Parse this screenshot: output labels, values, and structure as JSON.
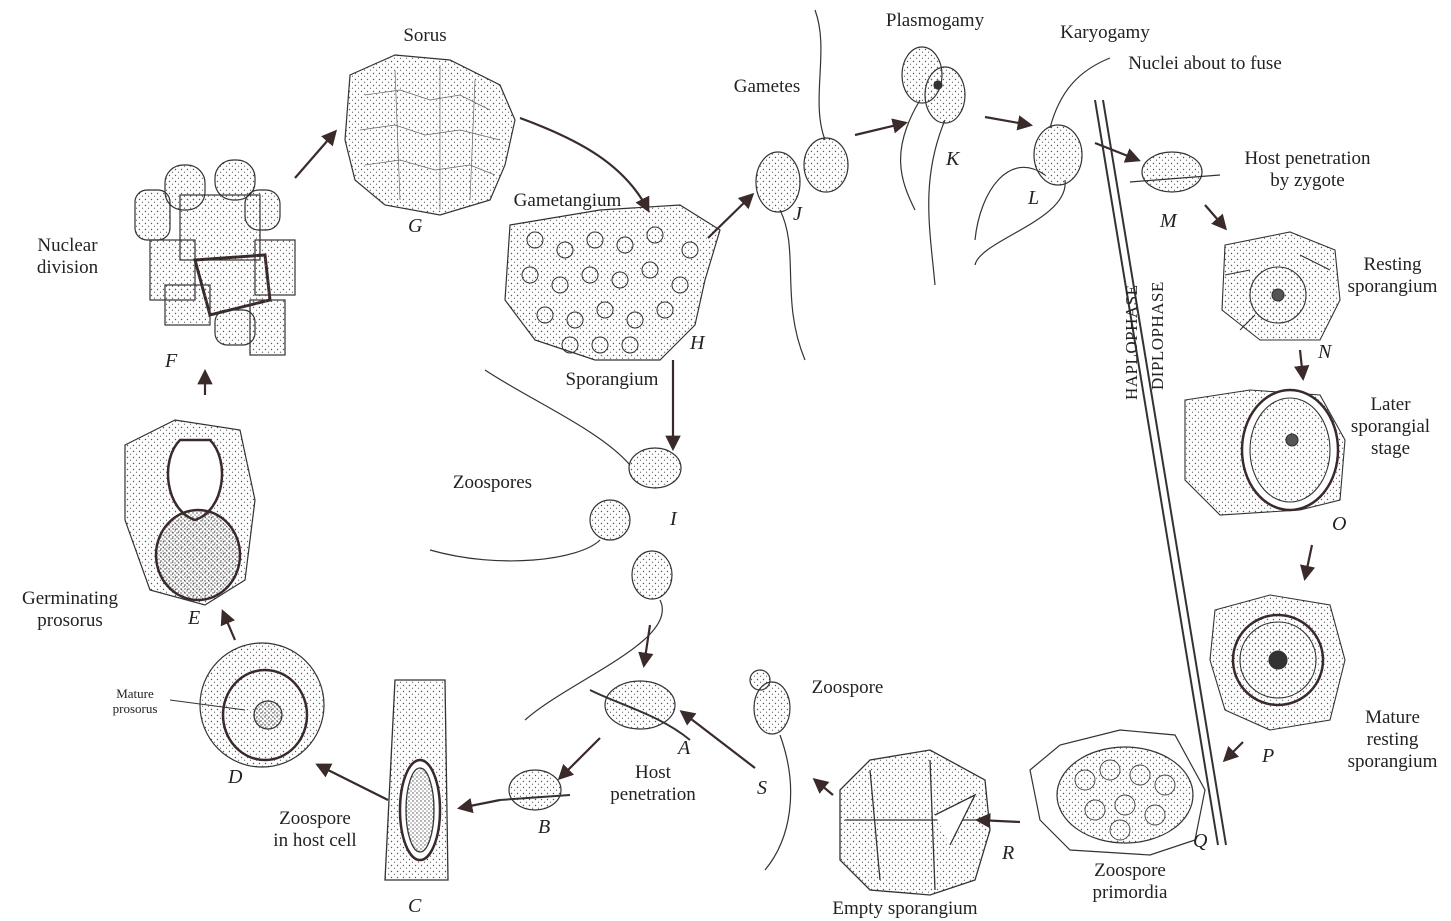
{
  "labels": {
    "sorus": "Sorus",
    "plasmogamy": "Plasmogamy",
    "karyogamy": "Karyogamy",
    "nuclei_about_to_fuse": "Nuclei about to fuse",
    "gametes": "Gametes",
    "gametangium": "Gametangium",
    "host_penetration_zygote": "Host penetration\nby zygote",
    "nuclear_division": "Nuclear\ndivision",
    "resting_sporangium": "Resting\nsporangium",
    "sporangium": "Sporangium",
    "later_sporangial_stage": "Later\nsporangial\nstage",
    "zoospores": "Zoospores",
    "germinating_prosorus": "Germinating\nprosorus",
    "mature_prosorus": "Mature\nprosorus",
    "zoospore": "Zoospore",
    "host_penetration": "Host\npenetration",
    "mature_resting_sporangium": "Mature\nresting\nsporangium",
    "zoospore_in_host_cell": "Zoospore\nin host cell",
    "zoospore_primordia": "Zoospore\nprimordia",
    "empty_sporangium": "Empty sporangium",
    "haplophase": "HAPLOPHASE",
    "diplophase": "DIPLOPHASE"
  },
  "letters": {
    "A": "A",
    "B": "B",
    "C": "C",
    "D": "D",
    "E": "E",
    "F": "F",
    "G": "G",
    "H": "H",
    "I": "I",
    "J": "J",
    "K": "K",
    "L": "L",
    "M": "M",
    "N": "N",
    "O": "O",
    "P": "P",
    "Q": "Q",
    "R": "R",
    "S": "S"
  },
  "colors": {
    "ink": "#222222",
    "arrow": "#3a2a2a",
    "stipple": "#555555"
  }
}
